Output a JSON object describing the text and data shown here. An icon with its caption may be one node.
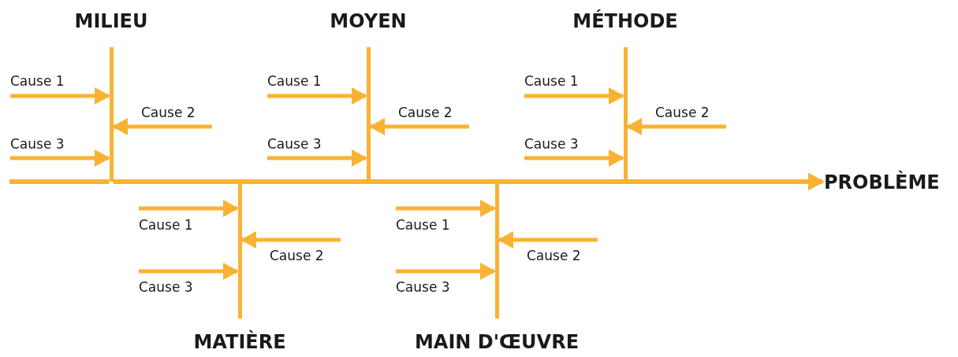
{
  "diagram": {
    "nodes": [
      {
        "text": [],
        "shape": "bar",
        "beside": [
          "MILIEU"
        ]
      },
      {
        "text": [],
        "shape": "bar",
        "beside": [
          "MOYEN"
        ]
      },
      {
        "text": [],
        "shape": "bar",
        "beside": [
          "MÉTHODE"
        ]
      },
      {
        "text": [
          "Cause 1"
        ]
      },
      {
        "text": [
          "Cause 2"
        ]
      },
      {
        "text": [
          "Cause 3"
        ]
      },
      {
        "text": [
          "Cause 1"
        ]
      },
      {
        "text": [
          "Cause 2"
        ]
      },
      {
        "text": [
          "Cause 3"
        ]
      },
      {
        "text": [
          "Cause 1"
        ]
      },
      {
        "text": [
          "Cause 2"
        ]
      },
      {
        "text": [
          "Cause 3"
        ]
      },
      {
        "text": [
          "PROBLÈME"
        ]
      },
      {
        "text": [
          "Cause 1"
        ]
      },
      {
        "text": [
          "Cause 2"
        ]
      },
      {
        "text": [
          "Cause 3"
        ]
      },
      {
        "text": [
          "Cause 1"
        ]
      },
      {
        "text": [
          "Cause 2"
        ]
      },
      {
        "text": [
          "Cause 3"
        ]
      },
      {
        "text": [],
        "shape": "bar",
        "beside": [
          "MATIÈRE"
        ]
      },
      {
        "text": [],
        "shape": "bar",
        "beside": [
          "MAIN D'ŒUVRE"
        ]
      }
    ],
    "edges": [
      {
        "from": 3,
        "to": 0,
        "arrow": "to"
      },
      {
        "from": 4,
        "to": 0,
        "arrow": "to"
      },
      {
        "from": 5,
        "to": 0,
        "arrow": "to"
      },
      {
        "from": 6,
        "to": 1,
        "arrow": "to"
      },
      {
        "from": 7,
        "to": 1,
        "arrow": "to"
      },
      {
        "from": 8,
        "to": 1,
        "arrow": "to"
      },
      {
        "from": 9,
        "to": 2,
        "arrow": "to"
      },
      {
        "from": 10,
        "to": 2,
        "arrow": "to"
      },
      {
        "from": 11,
        "to": 2,
        "arrow": "to"
      },
      {
        "from": 13,
        "to": 19,
        "arrow": "to"
      },
      {
        "from": 14,
        "to": 19,
        "arrow": "to"
      },
      {
        "from": 15,
        "to": 19,
        "arrow": "to"
      },
      {
        "from": 16,
        "to": 20,
        "arrow": "to"
      },
      {
        "from": 17,
        "to": 20,
        "arrow": "to"
      },
      {
        "from": 18,
        "to": 20,
        "arrow": "to"
      },
      {
        "from": 0,
        "to": 12,
        "arrow": "to"
      },
      {
        "from": 1,
        "to": 12,
        "arrow": "to"
      },
      {
        "from": 2,
        "to": 12,
        "arrow": "to"
      },
      {
        "from": 19,
        "to": 12,
        "arrow": "to"
      },
      {
        "from": 20,
        "to": 12,
        "arrow": "to"
      }
    ]
  }
}
